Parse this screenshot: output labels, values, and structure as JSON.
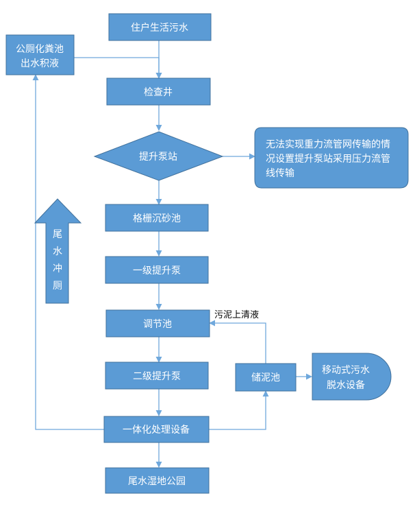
{
  "nodes": {
    "domestic_sewage": "住户生活污水",
    "toilet_septic_line1": "公厕化粪池",
    "toilet_septic_line2": "出水积液",
    "inspection_well": "检查井",
    "lift_pump_station": "提升泵站",
    "callout_line1": "无法实现重力流管网传输的情",
    "callout_line2": "况设置提升泵站采用压力流管",
    "callout_line3": "线传输",
    "grit_chamber": "格栅沉砂池",
    "primary_lift_pump": "一级提升泵",
    "regulating_tank": "调节池",
    "secondary_lift_pump": "二级提升泵",
    "integrated_equipment": "一体化处理设备",
    "tail_wetland_park": "尾水湿地公园",
    "sludge_tank": "储泥池",
    "dewatering_line1": "移动式污水",
    "dewatering_line2": "脱水设备"
  },
  "labels": {
    "sludge_supernatant": "污泥上清液",
    "flush_c1": "尾",
    "flush_c2": "水",
    "flush_c3": "冲",
    "flush_c4": "厕"
  },
  "colors": {
    "node_fill": "#5b9bd5",
    "node_stroke": "#41719c",
    "connector": "#6fa8dc"
  }
}
